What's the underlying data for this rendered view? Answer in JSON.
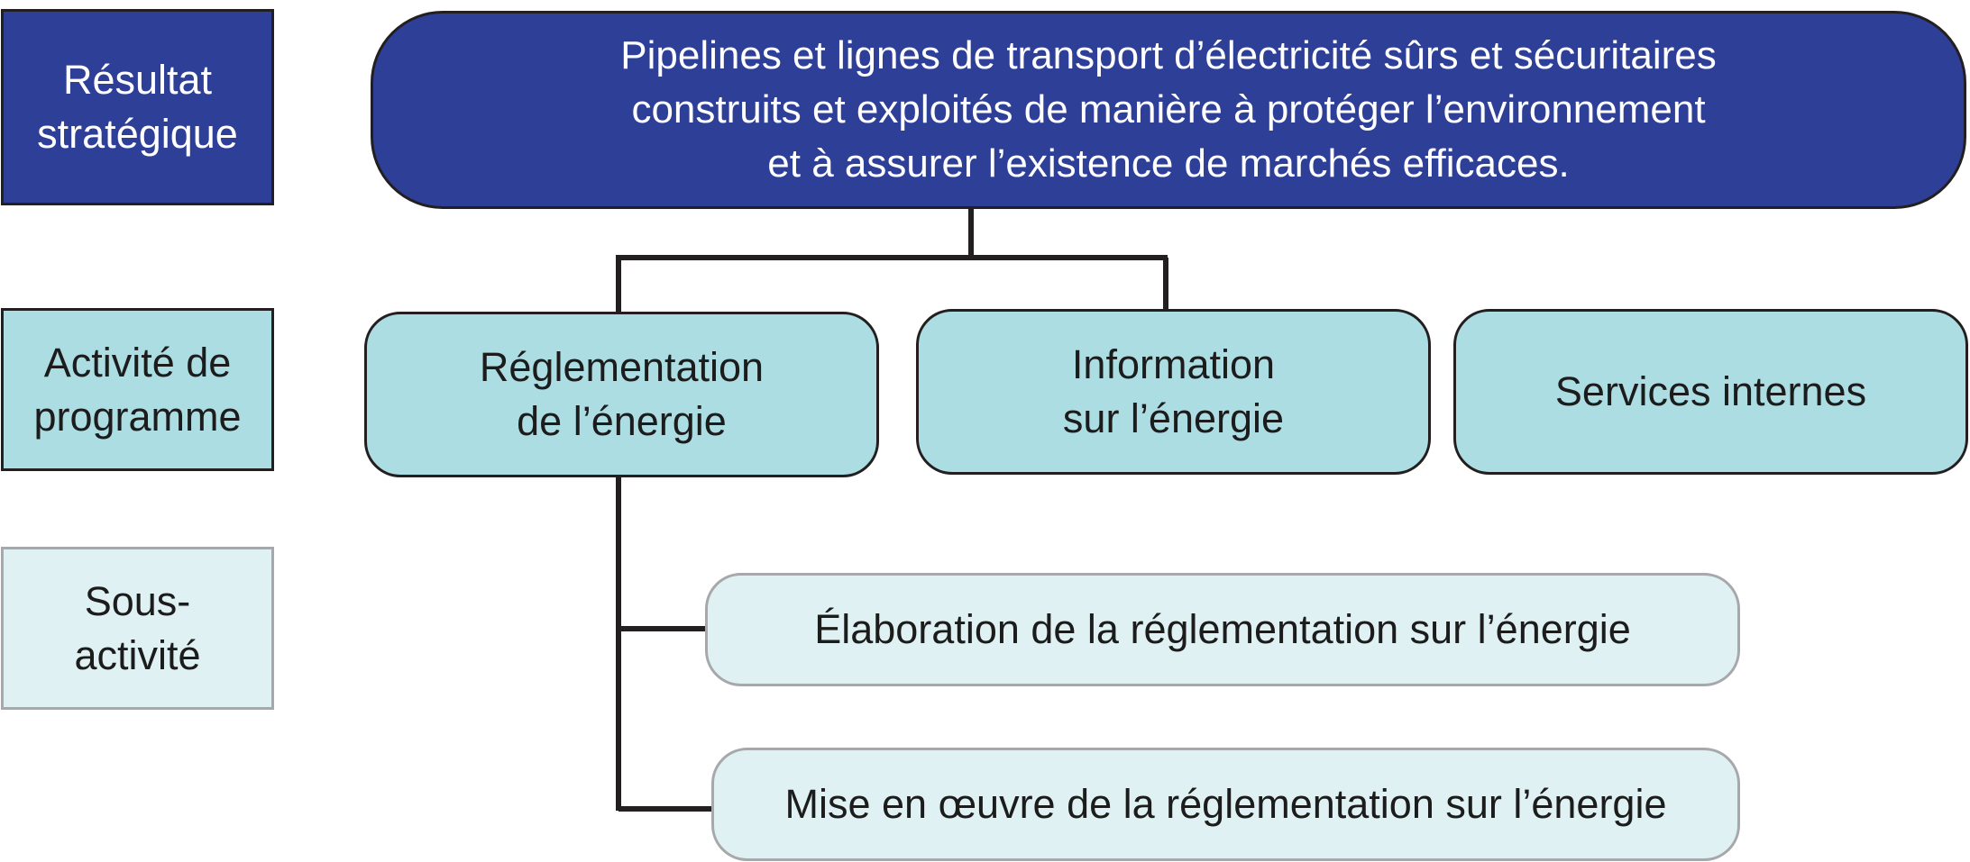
{
  "colors": {
    "strategic_fill": "#2e3f98",
    "program_fill": "#acdde3",
    "sub_fill": "#dff1f2",
    "line": "#231f20",
    "sub_border": "#a6a8ab"
  },
  "legend": {
    "strategic": "Résultat stratégique",
    "program": "Activité de programme",
    "sub": "Sous- activité"
  },
  "strategic_outcome": {
    "line1": "Pipelines et lignes de transport d’électricité sûrs et sécuritaires",
    "line2": "construits et exploités de manière à protéger l’environnement",
    "line3": "et à assurer l’existence de marchés efficaces."
  },
  "programs": [
    {
      "line1": "Réglementation",
      "line2": "de l’énergie"
    },
    {
      "line1": "Information",
      "line2": "sur l’énergie"
    },
    {
      "line1": "Services internes",
      "line2": ""
    }
  ],
  "sub_activities": [
    {
      "label": "Élaboration de la réglementation sur l’énergie"
    },
    {
      "label": "Mise en œuvre de la réglementation sur l’énergie"
    }
  ]
}
